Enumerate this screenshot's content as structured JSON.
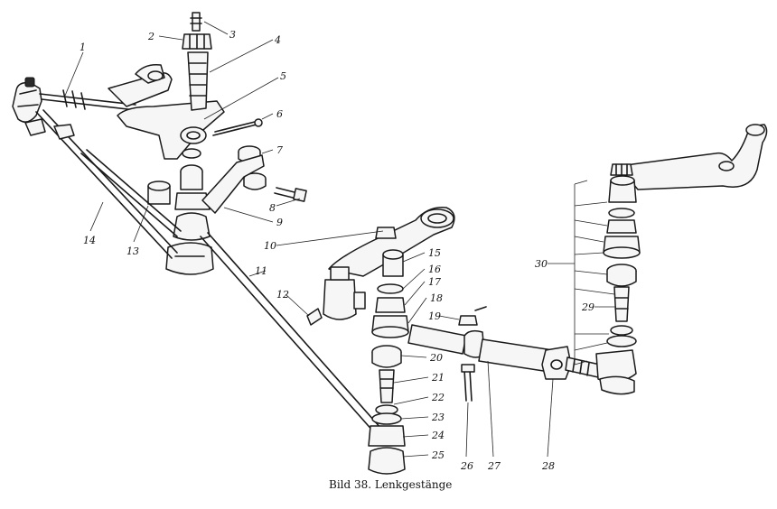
{
  "caption": "Bild 38. Lenkgestänge",
  "part_numbers": [
    "1",
    "2",
    "3",
    "4",
    "5",
    "6",
    "7",
    "8",
    "9",
    "10",
    "11",
    "12",
    "13",
    "14",
    "15",
    "16",
    "17",
    "18",
    "19",
    "20",
    "21",
    "22",
    "23",
    "24",
    "25",
    "26",
    "27",
    "28",
    "29",
    "30"
  ]
}
